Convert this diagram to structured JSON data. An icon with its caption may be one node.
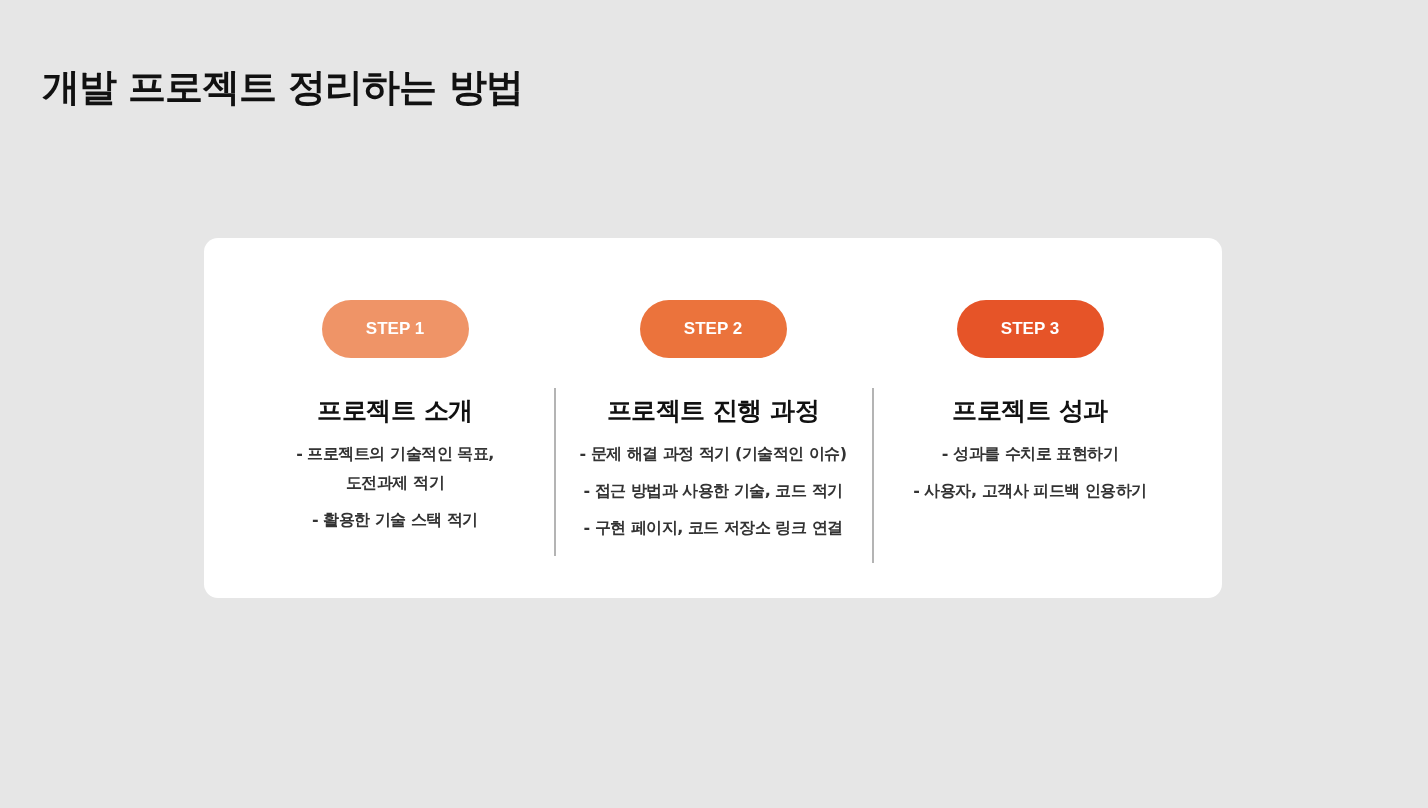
{
  "diagram": {
    "title": "개발 프로젝트 정리하는 방법",
    "nodes": [
      {
        "text": [],
        "shape": "box"
      },
      {
        "text": [
          "STEP 1"
        ],
        "in": 0,
        "beside": [
          "프로젝트 소개",
          "- 프로젝트의 기술적인 목표, 도전과제 적기",
          "- 활용한 기술 스택 적기"
        ]
      },
      {
        "text": [
          "STEP 2"
        ],
        "in": 0,
        "beside": [
          "프로젝트 진행 과정",
          "- 문제 해결 과정 적기 (기술적인 이슈)",
          "- 접근 방법과 사용한 기술, 코드 적기",
          "- 구현 페이지, 코드 저장소 링크 연결"
        ]
      },
      {
        "text": [
          "STEP 3"
        ],
        "in": 0,
        "beside": [
          "프로젝트 성과",
          "- 성과를 수치로 표현하기",
          "- 사용자, 고객사 피드백 인용하기"
        ]
      }
    ],
    "edges": []
  }
}
